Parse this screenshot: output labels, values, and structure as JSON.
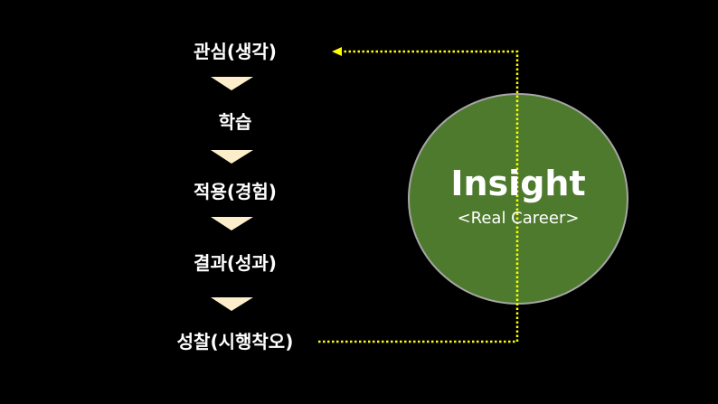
{
  "flow": {
    "steps": [
      {
        "label": "관심(생각)"
      },
      {
        "label": "학습"
      },
      {
        "label": "적용(경험)"
      },
      {
        "label": "결과(성과)"
      },
      {
        "label": "성찰(시행착오)"
      }
    ]
  },
  "insight": {
    "title": "Insight",
    "subtitle": "<Real Career>"
  },
  "colors": {
    "background": "#000000",
    "text": "#ffffff",
    "arrow_fill": "#fdeecb",
    "circle_fill": "#4e7a2e",
    "circle_stroke": "#a6a6a6",
    "dotted_line": "#ffff00"
  }
}
